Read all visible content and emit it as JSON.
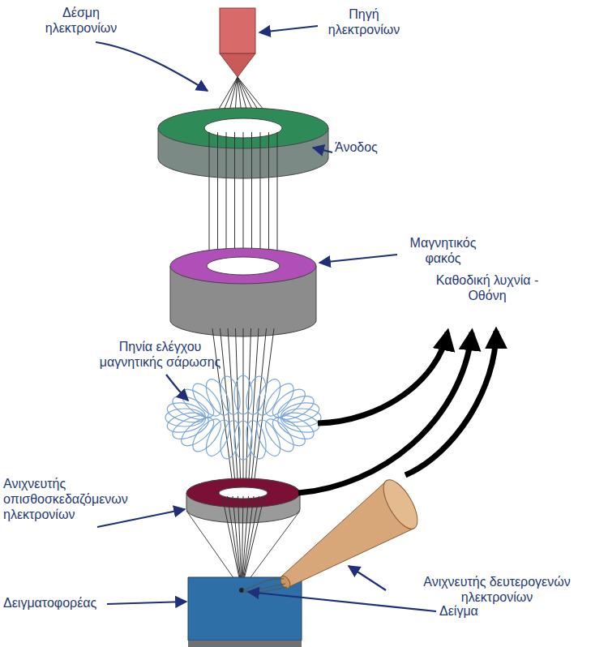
{
  "diagram": {
    "labels": [
      "Δέσμη ηλεκτρονίων",
      "Πηγή ηλεκτρονίων",
      "Άνοδος",
      "Μαγνητικός φακός",
      "Καθοδική λυχνία - Οθόνη",
      "Πηνία ελέγχου μαγνητικής σάρωσης",
      "Ανιχνευτής οπισθοσκεδαζόμενων ηλεκτρονίων",
      "Ανιχνευτής δευτερογενών ηλεκτρονίων",
      "Δειγματοφορέας",
      "Δείγμα"
    ]
  }
}
